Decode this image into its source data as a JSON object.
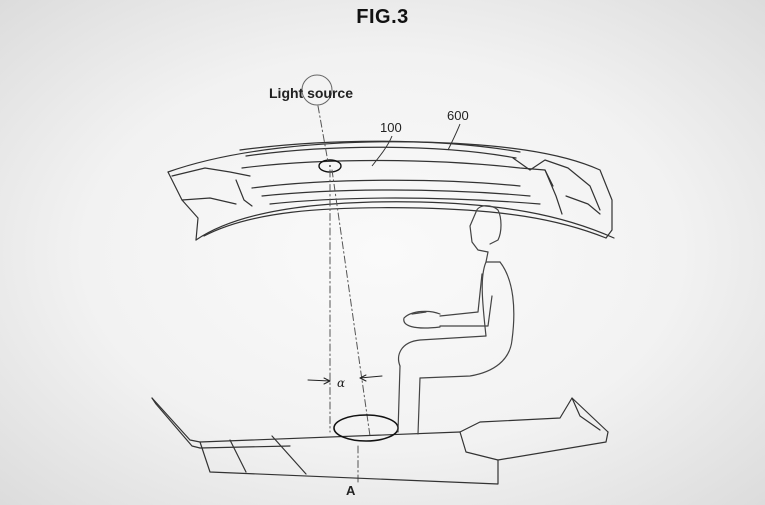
{
  "figure": {
    "title": "FIG.3"
  },
  "labels": {
    "light_source": "Light source",
    "ref_100": "100",
    "ref_600": "600",
    "angle": "α",
    "point_a": "A"
  }
}
